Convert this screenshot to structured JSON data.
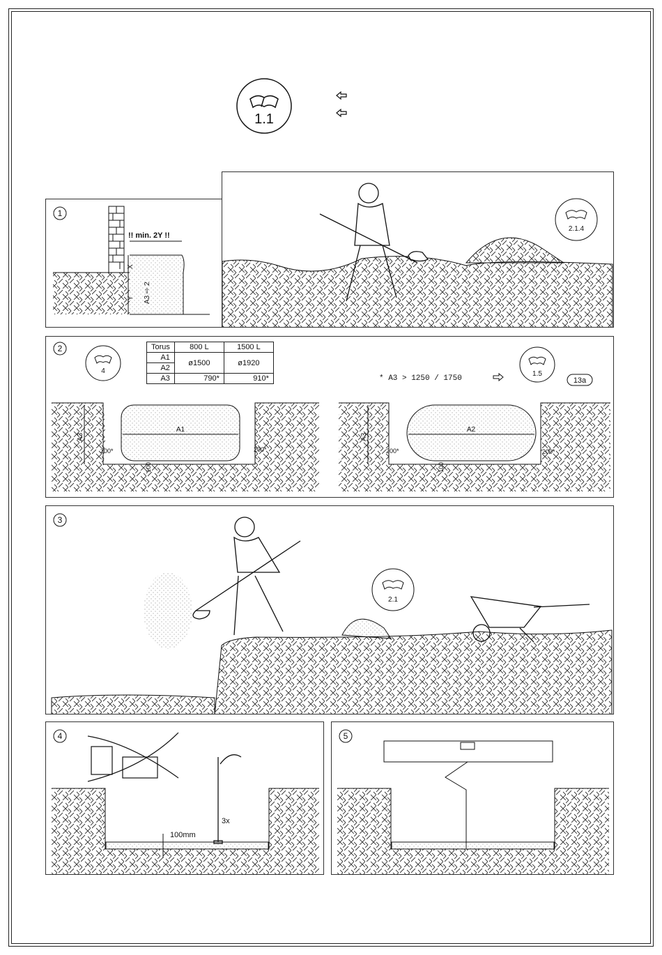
{
  "header": {
    "badge_label": "1.1"
  },
  "panel1": {
    "number": "1",
    "distance_note": "!! min. 2Y !!",
    "label_x": "X",
    "label_y": "Y",
    "label_a3": "A3 ⇨ 2"
  },
  "panel1b": {
    "badge_label": "2.1.4"
  },
  "panel2": {
    "number": "2",
    "badge_left": "4",
    "table": {
      "headers": [
        "Torus",
        "800 L",
        "1500 L"
      ],
      "rows": [
        {
          "label": "A1",
          "c1": "ø1500",
          "c2": "ø1920"
        },
        {
          "label": "A2"
        },
        {
          "label": "A3",
          "c1": "790*",
          "c2": "910*"
        }
      ]
    },
    "note": "* A3 > 1250 / 1750",
    "badge_right": "1.5",
    "ref": "13a",
    "left_pit": {
      "a3": "A3",
      "a1": "A1",
      "gap_left": "200*",
      "gap_right": "200*",
      "bottom": "100"
    },
    "right_pit": {
      "a3": "A3",
      "a2": "A2",
      "gap_left": "200*",
      "gap_right": "200*",
      "bottom": "100"
    }
  },
  "panel3": {
    "number": "3",
    "badge_label": "2.1"
  },
  "panel4": {
    "number": "4",
    "depth": "100mm",
    "repeat": "3x"
  },
  "panel5": {
    "number": "5"
  },
  "colors": {
    "line": "#111111",
    "paper": "#ffffff"
  }
}
